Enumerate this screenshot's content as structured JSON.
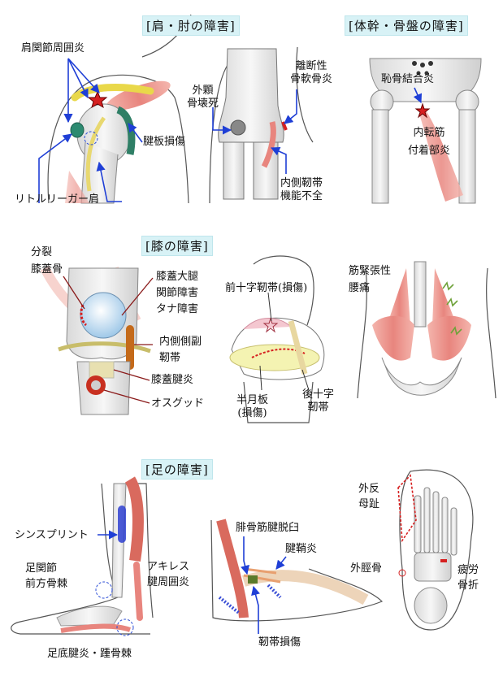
{
  "sections": {
    "shoulder_elbow": "[肩・肘の障害]",
    "trunk_pelvis": "[体幹・骨盤の障害]",
    "knee": "[膝の障害]",
    "foot": "[足の障害]"
  },
  "labels": {
    "shoulder_periarthritis": "肩関節周囲炎",
    "rotator_cuff": "腱板損傷",
    "little_league_shoulder": "リトルリーガー肩",
    "lateral_condyle_1": "外顆",
    "lateral_condyle_2": "骨壊死",
    "ocd_1": "離断性",
    "ocd_2": "骨軟骨炎",
    "medial_ligament_1": "内側靭帯",
    "medial_ligament_2": "機能不全",
    "pubic_symphysis": "恥骨結合炎",
    "adductor_1": "内転筋",
    "adductor_2": "付着部炎",
    "split_patella_1": "分裂",
    "split_patella_2": "膝蓋骨",
    "plica_1": "膝蓋大腿",
    "plica_2": "関節障害",
    "plica_3": "タナ障害",
    "mcl_1": "内側側副",
    "mcl_2": "靭帯",
    "patellar_tendinitis": "膝蓋腱炎",
    "osgood": "オスグッド",
    "acl": "前十字靭帯(損傷)",
    "meniscus_1": "半月板",
    "meniscus_2": "(損傷)",
    "pcl_1": "後十字",
    "pcl_2": "靭帯",
    "lowback_1": "筋緊張性",
    "lowback_2": "腰痛",
    "shin_splints": "シンスプリント",
    "ankle_spur_1": "足関節",
    "ankle_spur_2": "前方骨棘",
    "achilles_1": "アキレス",
    "achilles_2": "腱周囲炎",
    "plantar": "足底腱炎・踵骨棘",
    "peroneal": "腓骨筋腱脱臼",
    "tenosynovitis": "腱鞘炎",
    "ligament_injury": "靭帯損傷",
    "hallux_1": "外反",
    "hallux_2": "母趾",
    "os_tibiale": "外脛骨",
    "stress_fx_1": "疲労",
    "stress_fx_2": "骨折"
  },
  "colors": {
    "pointer": "#1f3fd6",
    "section_bg": "#d8f2f6",
    "muscle": "#e8857e",
    "bone": "#efefef",
    "injury": "#cc2222"
  }
}
